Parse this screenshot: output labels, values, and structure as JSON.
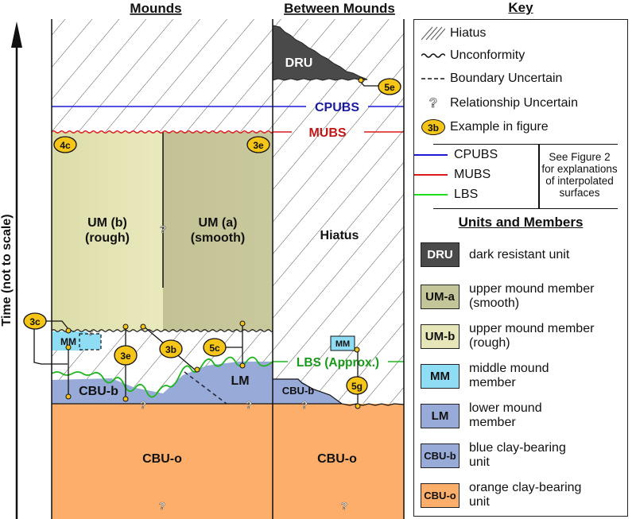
{
  "columns": {
    "mounds_title": "Mounds",
    "between_title": "Between Mounds"
  },
  "axis": {
    "label": "Time (not to scale)",
    "direction": "up"
  },
  "surfaces": {
    "cpubs": {
      "label": "CPUBS",
      "color": "#1a1ad6"
    },
    "mubs": {
      "label": "MUBS",
      "color": "#d81b1b"
    },
    "lbs": {
      "label": "LBS (Approx.)",
      "color": "#1db51d"
    }
  },
  "units_in_diagram": {
    "dru": "DRU",
    "um_b": [
      "UM (b)",
      "(rough)"
    ],
    "um_a": [
      "UM (a)",
      "(smooth)"
    ],
    "hiatus": "Hiatus",
    "mm": "MM",
    "mm_between": "MM",
    "lm": "LM",
    "cbu_b_mounds": "CBU-b",
    "cbu_b_between": "CBU-b",
    "cbu_o_mounds": "CBU-o",
    "cbu_o_between": "CBU-o",
    "question": "?"
  },
  "figure_refs": {
    "r5e": "5e",
    "r4c": "4c",
    "r3e_top": "3e",
    "r3c": "3c",
    "r3e_mid": "3e",
    "r3b": "3b",
    "r5c": "5c",
    "r5g": "5g"
  },
  "key": {
    "title": "Key",
    "items": [
      {
        "symbol": "hatch-icon",
        "label": "Hiatus"
      },
      {
        "symbol": "wavy-line-icon",
        "label": "Unconformity"
      },
      {
        "symbol": "dashed-line-icon",
        "label": "Boundary Uncertain"
      },
      {
        "symbol": "question-icon",
        "label": "Relationship Uncertain",
        "glyph": "?"
      },
      {
        "symbol": "badge-icon",
        "label": "Example in figure",
        "glyph": "3b"
      }
    ],
    "surfaces": [
      {
        "label": "CPUBS",
        "color": "#1a1ad6"
      },
      {
        "label": "MUBS",
        "color": "#d81b1b"
      },
      {
        "label": "LBS",
        "color": "#1db51d"
      }
    ],
    "surfaces_note": "See Figure 2 for explanations of interpolated surfaces"
  },
  "units": {
    "title": "Units and Members",
    "items": [
      {
        "abbr": "DRU",
        "label": "dark resistant unit",
        "color": "#4a4a4a",
        "text_color": "#ffffff"
      },
      {
        "abbr": "UM-a",
        "label": "upper mound member (smooth)",
        "color": "#c5c59a",
        "text_color": "#111111"
      },
      {
        "abbr": "UM-b",
        "label": "upper mound member (rough)",
        "color": "#e6e6b8",
        "text_color": "#111111"
      },
      {
        "abbr": "MM",
        "label": "middle mound member",
        "color": "#8fdcf5",
        "text_color": "#111111"
      },
      {
        "abbr": "LM",
        "label": "lower mound member",
        "color": "#97aad8",
        "text_color": "#111111"
      },
      {
        "abbr": "CBU-b",
        "label": "blue clay-bearing unit",
        "color": "#97aad8",
        "text_color": "#111111"
      },
      {
        "abbr": "CBU-o",
        "label": "orange clay-bearing unit",
        "color": "#fdae6b",
        "text_color": "#111111"
      }
    ]
  }
}
